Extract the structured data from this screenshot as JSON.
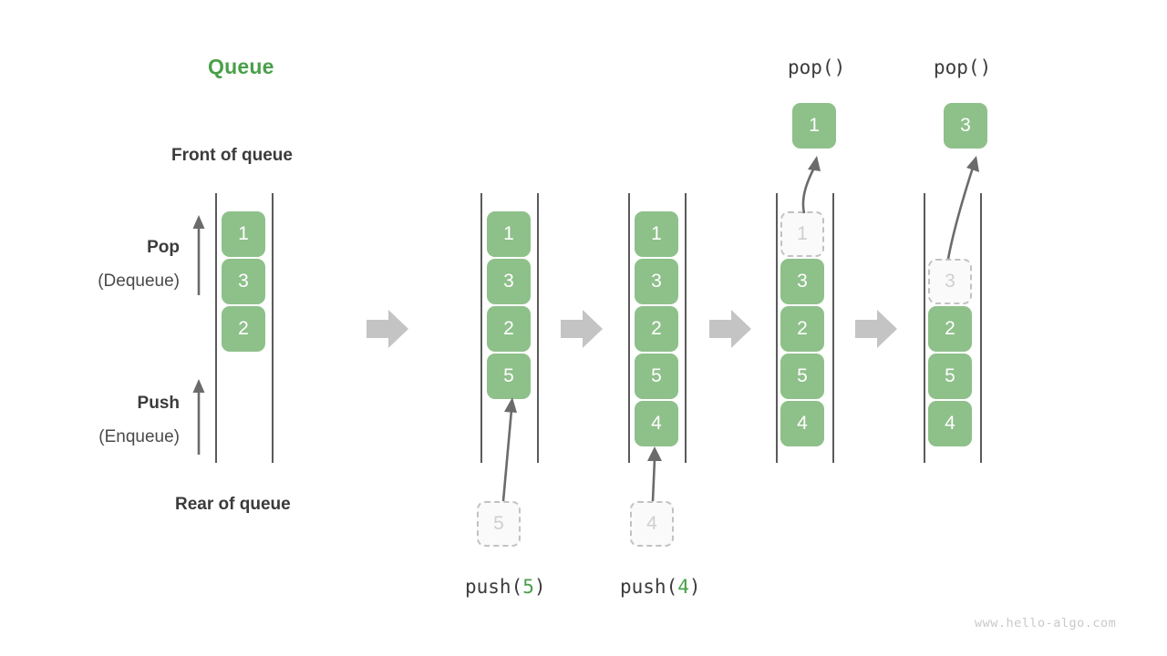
{
  "diagram": {
    "title": "Queue",
    "title_color": "#49a049",
    "accent_green": "#8ec08a",
    "ghost_gray": "#c2c2c2",
    "arrow_gray": "#6b6b6b",
    "block_arrow_gray": "#c4c4c4",
    "watermark": "www.hello-algo.com"
  },
  "labels": {
    "front_of_queue": "Front of queue",
    "rear_of_queue": "Rear of queue",
    "pop_title": "Pop",
    "pop_sub": "(Dequeue)",
    "push_title": "Push",
    "push_sub": "(Enqueue)"
  },
  "operations": {
    "push5_prefix": "push(",
    "push5_value": "5",
    "push5_suffix": ")",
    "push4_prefix": "push(",
    "push4_value": "4",
    "push4_suffix": ")",
    "pop1_label": "pop()",
    "pop2_label": "pop()"
  },
  "panels": [
    {
      "id": "initial",
      "caption": "",
      "cells": [
        {
          "value": "1",
          "state": "filled"
        },
        {
          "value": "3",
          "state": "filled"
        },
        {
          "value": "2",
          "state": "filled"
        }
      ],
      "incoming": null,
      "popped": null
    },
    {
      "id": "after-push-5",
      "caption": "push(5)",
      "cells": [
        {
          "value": "1",
          "state": "filled"
        },
        {
          "value": "3",
          "state": "filled"
        },
        {
          "value": "2",
          "state": "filled"
        },
        {
          "value": "5",
          "state": "filled"
        }
      ],
      "incoming": {
        "value": "5",
        "state": "ghost"
      },
      "popped": null
    },
    {
      "id": "after-push-4",
      "caption": "push(4)",
      "cells": [
        {
          "value": "1",
          "state": "filled"
        },
        {
          "value": "3",
          "state": "filled"
        },
        {
          "value": "2",
          "state": "filled"
        },
        {
          "value": "5",
          "state": "filled"
        },
        {
          "value": "4",
          "state": "filled"
        }
      ],
      "incoming": {
        "value": "4",
        "state": "ghost"
      },
      "popped": null
    },
    {
      "id": "after-pop-1",
      "caption": "pop()",
      "cells": [
        {
          "value": "1",
          "state": "ghost"
        },
        {
          "value": "3",
          "state": "filled"
        },
        {
          "value": "2",
          "state": "filled"
        },
        {
          "value": "5",
          "state": "filled"
        },
        {
          "value": "4",
          "state": "filled"
        }
      ],
      "incoming": null,
      "popped": {
        "value": "1",
        "state": "filled"
      }
    },
    {
      "id": "after-pop-3",
      "caption": "pop()",
      "cells": [
        {
          "value": "3",
          "state": "ghost"
        },
        {
          "value": "2",
          "state": "filled"
        },
        {
          "value": "5",
          "state": "filled"
        },
        {
          "value": "4",
          "state": "filled"
        }
      ],
      "incoming": null,
      "popped": {
        "value": "3",
        "state": "filled"
      }
    }
  ]
}
